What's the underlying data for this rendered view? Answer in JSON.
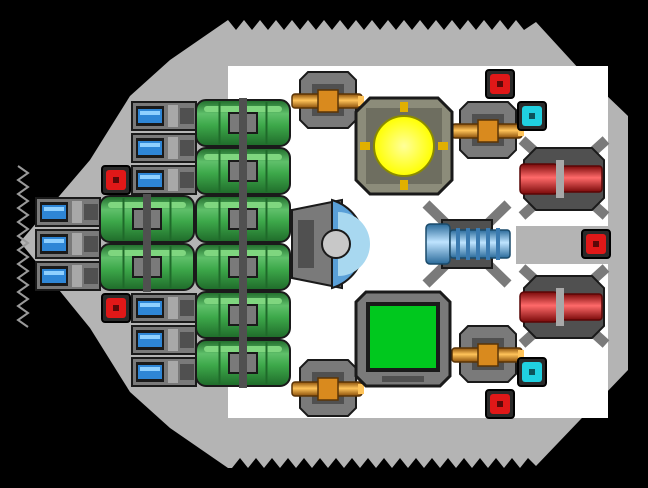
{
  "game": {
    "view": "ship-builder-grid",
    "colors": {
      "background": "#000000",
      "hull": "#b4b4b4",
      "hull_edge": "#9a9a9a",
      "floor": "#ffffff",
      "block_outline": "#1a1a1a",
      "metal_dark": "#505050",
      "metal_mid": "#7a7a7a",
      "metal_light": "#a8a8a8",
      "thruster_blue": "#2e86d6",
      "thruster_blue_light": "#8fd0ff",
      "tank_green": "#3da84a",
      "tank_green_light": "#7fd67f",
      "tank_green_dark": "#1f6a2a",
      "gun_orange": "#d98a1e",
      "gun_orange_light": "#ffc45a",
      "reactor_yellow": "#ffff00",
      "reactor_frame": "#8c8c7a",
      "cockpit_blue": "#5aa0d8",
      "cockpit_blue_light": "#a8d8f0",
      "screen_green": "#00c81e",
      "laser_blue": "#78b4d8",
      "cannon_red": "#d81e1e",
      "cannon_red_light": "#ff6a6a",
      "gem_red": "#e01818",
      "gem_cyan": "#20d0e0"
    },
    "components": [
      {
        "type": "thruster",
        "icon": "thruster-icon",
        "count": 12
      },
      {
        "type": "fuel-tank",
        "icon": "fuel-tank-icon",
        "count": 8
      },
      {
        "type": "point-defense-turret",
        "icon": "turret-icon",
        "count": 4
      },
      {
        "type": "reactor",
        "icon": "reactor-icon",
        "count": 1
      },
      {
        "type": "cockpit",
        "icon": "cockpit-icon",
        "count": 1
      },
      {
        "type": "shield-generator",
        "icon": "shield-icon",
        "count": 1
      },
      {
        "type": "laser-emitter",
        "icon": "laser-icon",
        "count": 1
      },
      {
        "type": "heavy-cannon",
        "icon": "cannon-icon",
        "count": 2
      },
      {
        "type": "red-node",
        "icon": "red-gem-icon",
        "count": 5
      },
      {
        "type": "cyan-node",
        "icon": "cyan-gem-icon",
        "count": 2
      }
    ]
  }
}
